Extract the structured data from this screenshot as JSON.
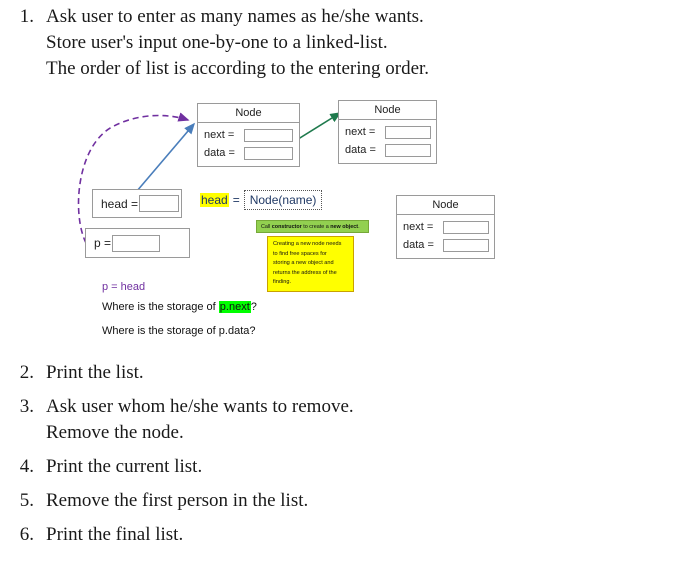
{
  "steps": [
    {
      "num": "1.",
      "lines": [
        "Ask user to enter as many names as he/she wants.",
        "Store user's input one-by-one to a linked-list.",
        "The order of list is according to the entering order."
      ]
    },
    {
      "num": "2.",
      "lines": [
        "Print the list."
      ]
    },
    {
      "num": "3.",
      "lines": [
        "Ask user whom he/she wants to remove.",
        "Remove the node."
      ]
    },
    {
      "num": "4.",
      "lines": [
        "Print the current list."
      ]
    },
    {
      "num": "5.",
      "lines": [
        "Remove the first person in the list."
      ]
    },
    {
      "num": "6.",
      "lines": [
        "Print the final list."
      ]
    }
  ],
  "diagram": {
    "nodes": [
      {
        "title": "Node",
        "next_label": "next =",
        "data_label": "data ="
      },
      {
        "title": "Node",
        "next_label": "next =",
        "data_label": "data ="
      },
      {
        "title": "Node",
        "next_label": "next =",
        "data_label": "data ="
      }
    ],
    "variables": [
      {
        "label": "head ="
      },
      {
        "label": "p ="
      }
    ],
    "assignment": {
      "target": "head",
      "equals": "=",
      "expression": "Node(name)"
    },
    "callout_green": {
      "part1": "Call ",
      "bold1": "constructor",
      "part2": " to create a ",
      "bold2": "new object",
      "part3": "."
    },
    "callout_yellow": {
      "lines": [
        "Creating a new node needs",
        "to find free spaces for",
        "storing a new object and",
        "returns the address of the",
        "finding."
      ]
    },
    "notes": {
      "assignment_note": "p = head",
      "question1_prefix": "Where is the storage of ",
      "question1_highlight": "p.next",
      "question1_suffix": "?",
      "question2": "Where is the storage of p.data?"
    },
    "colors": {
      "highlight_yellow": "#FFFF00",
      "highlight_green": "#00FF00",
      "callout_green_bg": "#92d050",
      "purple": "#7030a0",
      "arrow_blue": "#4a7ebb",
      "arrow_green": "#1f7a4d",
      "arrow_purple": "#7030a0"
    }
  }
}
